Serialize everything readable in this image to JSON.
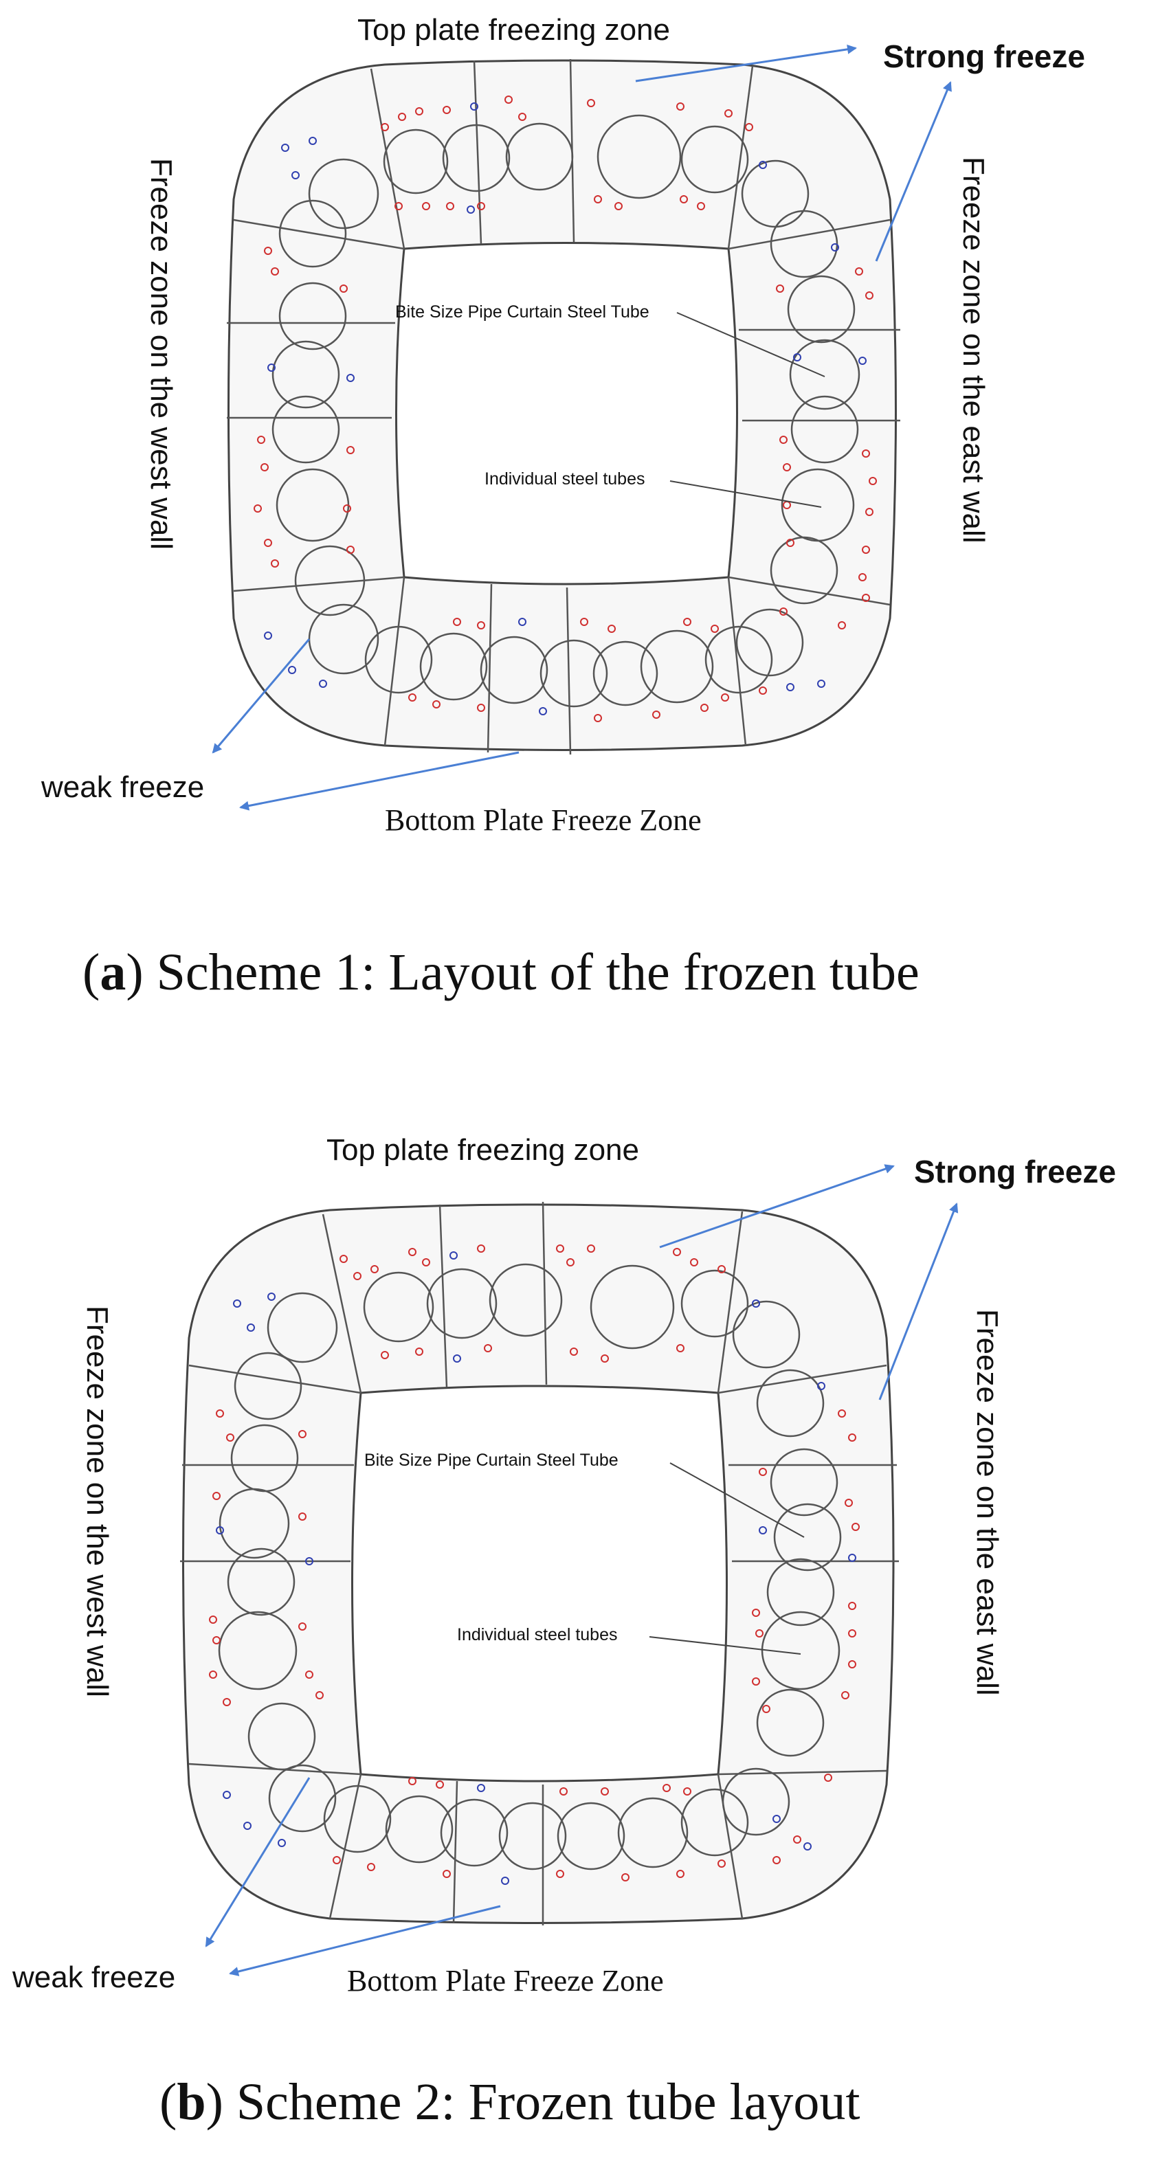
{
  "accent": {
    "arrow": "#4a7fd4",
    "dot_red": "#d03030",
    "dot_blue": "#3040b0",
    "line": "#444444"
  },
  "panels": [
    {
      "labels": {
        "top": "Top plate freezing zone",
        "strong": "Strong freeze",
        "west": "Freeze zone on the west wall",
        "east": "Freeze zone on the east wall",
        "bite": "Bite Size Pipe Curtain Steel Tube",
        "individual": "Individual steel tubes",
        "weak": "weak freeze",
        "bottom": "Bottom Plate Freeze Zone"
      },
      "caption": {
        "letter": "a",
        "open": "(",
        "close": ")",
        "text": " Scheme 1: Layout of the frozen tube"
      }
    },
    {
      "labels": {
        "top": "Top plate freezing zone",
        "strong": "Strong freeze",
        "west": "Freeze zone on the west wall",
        "east": "Freeze zone on the east wall",
        "bite": "Bite Size Pipe Curtain Steel Tube",
        "individual": "Individual steel tubes",
        "weak": "weak freeze",
        "bottom": "Bottom Plate Freeze Zone"
      },
      "caption": {
        "letter": "b",
        "open": "(",
        "close": ")",
        "text": " Scheme 2: Frozen tube layout"
      }
    }
  ]
}
